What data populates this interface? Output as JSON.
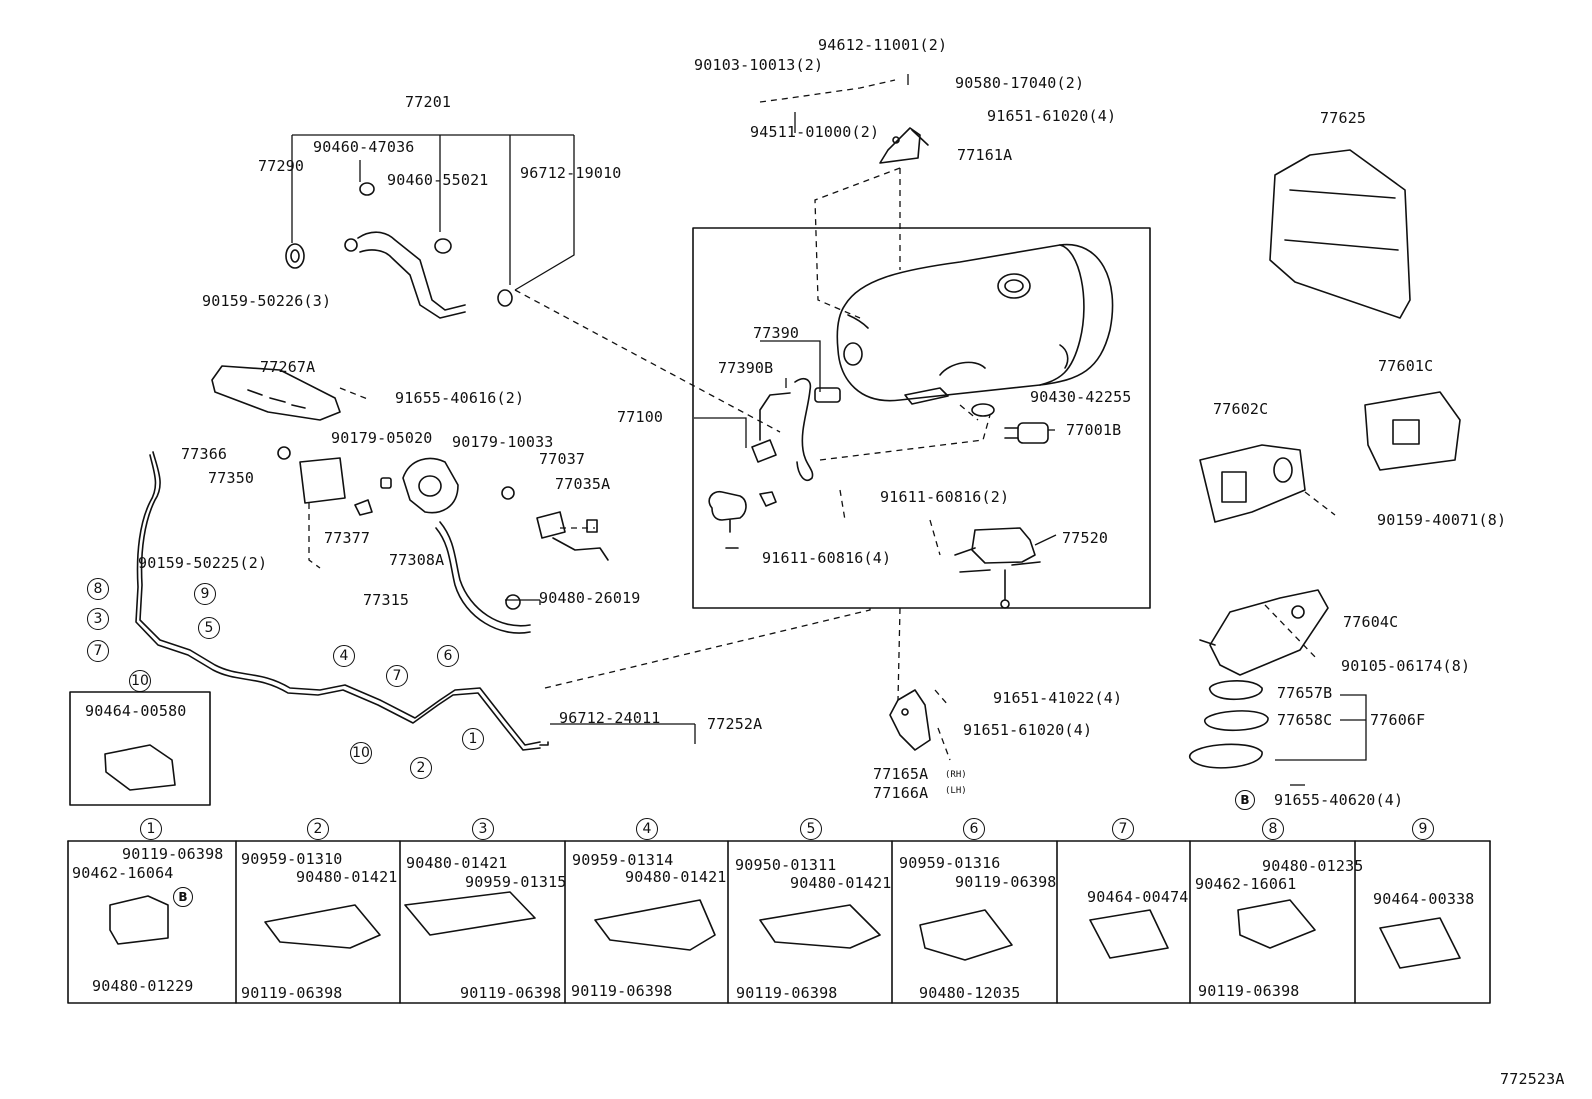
{
  "diagram_id": "772523A",
  "labels": {
    "l_94612": "94612-11001(2)",
    "l_90103": "90103-10013(2)",
    "l_90580": "90580-17040(2)",
    "l_91651a": "91651-61020(4)",
    "l_94511": "94511-01000(2)",
    "l_77161a": "77161A",
    "l_77201": "77201",
    "l_90460_47036": "90460-47036",
    "l_77290": "77290",
    "l_90460_55021": "90460-55021",
    "l_96712_19010": "96712-19010",
    "l_90159_50226": "90159-50226(3)",
    "l_77625": "77625",
    "l_77390": "77390",
    "l_77390b": "77390B",
    "l_77100": "77100",
    "l_90430": "90430-42255",
    "l_77001b": "77001B",
    "l_91611_a": "91611-60816(2)",
    "l_77520": "77520",
    "l_91611_b": "91611-60816(4)",
    "l_77267a": "77267A",
    "l_91655_40616": "91655-40616(2)",
    "l_90179_05020": "90179-05020",
    "l_90179_10033": "90179-10033",
    "l_77037": "77037",
    "l_77035a": "77035A",
    "l_77366": "77366",
    "l_77350": "77350",
    "l_77377": "77377",
    "l_77308a": "77308A",
    "l_90159_50225": "90159-50225(2)",
    "l_77315": "77315",
    "l_90480_26019": "90480-26019",
    "l_96712_24011": "96712-24011",
    "l_77252a": "77252A",
    "l_77601c": "77601C",
    "l_77602c": "77602C",
    "l_90159_40071": "90159-40071(8)",
    "l_77604c": "77604C",
    "l_90105_06174": "90105-06174(8)",
    "l_77657b": "77657B",
    "l_77658c": "77658C",
    "l_77606f": "77606F",
    "l_91655_40620": "91655-40620(4)",
    "l_91651_41022": "91651-41022(4)",
    "l_91651_61020b": "91651-61020(4)",
    "l_77165a": "77165A",
    "l_77166a": "77166A",
    "l_rh": "(RH)",
    "l_lh": "(LH)",
    "l_90464_00580": "90464-00580"
  },
  "circle_numbers": {
    "c1": "1",
    "c2": "2",
    "c3": "3",
    "c4": "4",
    "c5": "5",
    "c6": "6",
    "c7": "7",
    "c8": "8",
    "c9": "9",
    "c10": "10",
    "b": "B"
  },
  "clamp_panels": {
    "p1": {
      "num": "1",
      "a": "90119-06398",
      "b": "90462-16064",
      "c": "90480-01229"
    },
    "p2": {
      "num": "2",
      "a": "90959-01310",
      "b": "90480-01421",
      "c": "90119-06398"
    },
    "p3": {
      "num": "3",
      "a": "90480-01421",
      "b": "90959-01315",
      "c": "90119-06398"
    },
    "p4": {
      "num": "4",
      "a": "90959-01314",
      "b": "90480-01421",
      "c": "90119-06398"
    },
    "p5": {
      "num": "5",
      "a": "90950-01311",
      "b": "90480-01421",
      "c": "90119-06398"
    },
    "p6": {
      "num": "6",
      "a": "90959-01316",
      "b": "90119-06398",
      "c": "90480-12035"
    },
    "p7": {
      "num": "7",
      "a": "90464-00474"
    },
    "p8": {
      "num": "8",
      "a": "90480-01235",
      "b": "90462-16061",
      "c": "90119-06398"
    },
    "p9": {
      "num": "9",
      "a": "90464-00338"
    }
  }
}
